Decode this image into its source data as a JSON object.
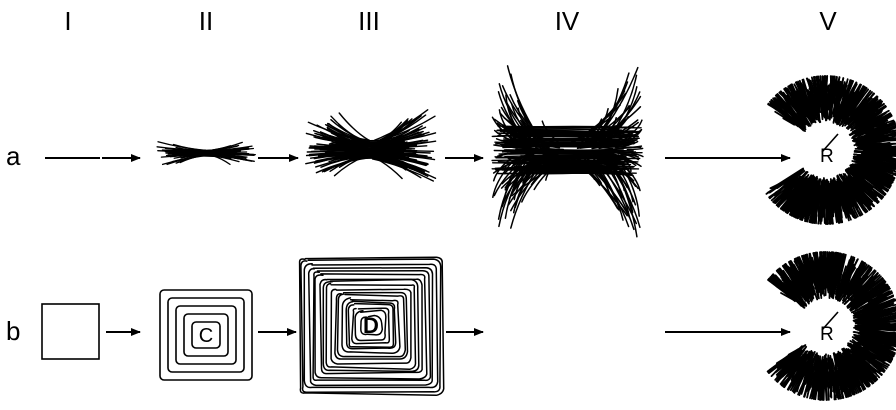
{
  "columns": [
    "I",
    "II",
    "III",
    "IV",
    "V"
  ],
  "rows": [
    "a",
    "b"
  ],
  "inner_labels": {
    "b_ii": "C",
    "b_iii": "D",
    "a_v": "R",
    "b_v": "R"
  },
  "colors": {
    "ink": "#000000",
    "background": "#ffffff"
  }
}
